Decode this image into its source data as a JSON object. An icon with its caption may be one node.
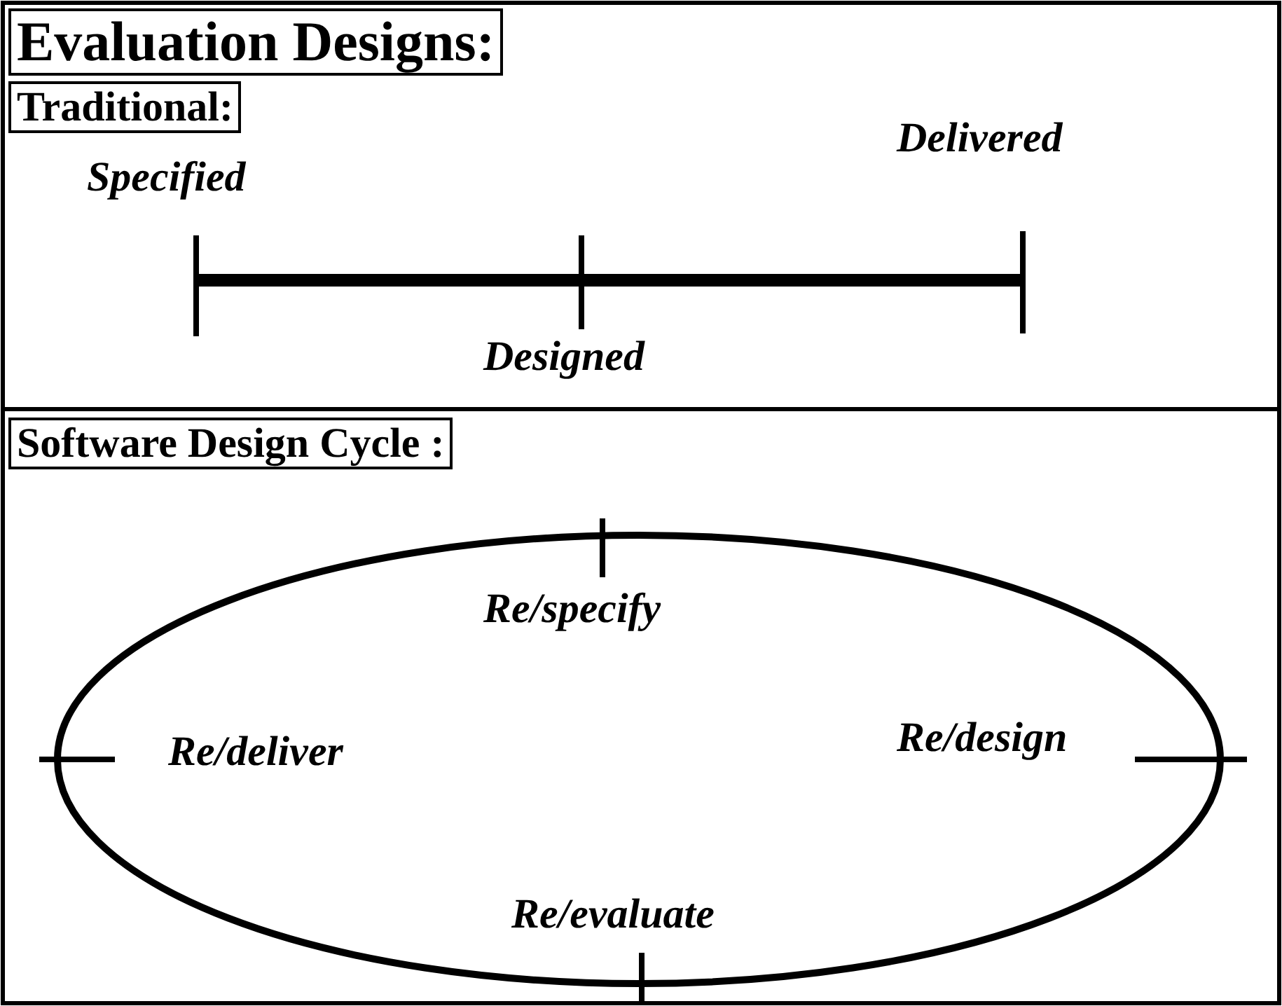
{
  "diagram": {
    "title": "Evaluation Designs:",
    "nodes": [
      {
        "text": [
          "Traditional:"
        ]
      },
      {
        "text": [
          "Software Design Cycle :"
        ]
      }
    ],
    "labels": [
      "Specified",
      "Delivered",
      "Designed",
      "Re/specify",
      "Re/deliver",
      "Re/design",
      "Re/evaluate"
    ]
  }
}
